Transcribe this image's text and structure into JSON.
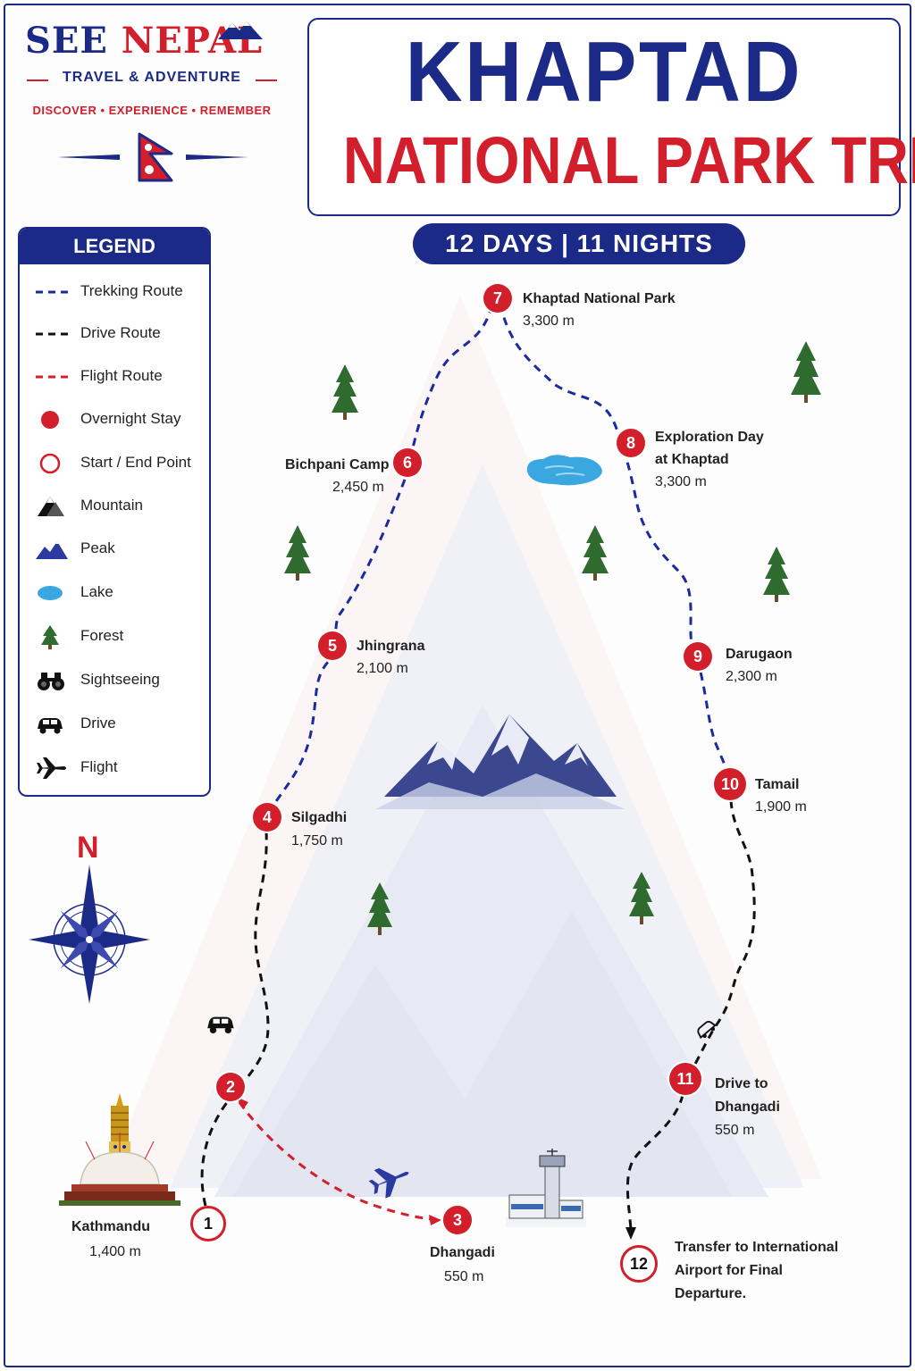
{
  "brand": {
    "name_part1": "SEE ",
    "name_part2": "NEPAL",
    "tagline": "TRAVEL & ADVENTURE",
    "slogan": "DISCOVER • EXPERIENCE • REMEMBER"
  },
  "title": {
    "line1": "KHAPTAD",
    "line2": "NATIONAL PARK TREK",
    "duration": "12 DAYS | 11 NIGHTS"
  },
  "legend": {
    "heading": "LEGEND",
    "items": [
      {
        "label": "Trekking Route",
        "icon": "dashed-line-blue",
        "color": "#1b2a9e"
      },
      {
        "label": "Drive Route",
        "icon": "dashed-line-black",
        "color": "#111111"
      },
      {
        "label": "Flight Route",
        "icon": "dashed-line-red",
        "color": "#d21f2b"
      },
      {
        "label": "Overnight Stay",
        "icon": "filled-red-circle",
        "color": "#d21f2b"
      },
      {
        "label": "Start / End Point",
        "icon": "open-red-circle",
        "color": "#d21f2b"
      },
      {
        "label": "Mountain",
        "icon": "mountain-icon"
      },
      {
        "label": "Peak",
        "icon": "peak-icon"
      },
      {
        "label": "Lake",
        "icon": "lake-icon"
      },
      {
        "label": "Forest",
        "icon": "tree-icon"
      },
      {
        "label": "Sightseeing",
        "icon": "binoculars-icon"
      },
      {
        "label": "Drive",
        "icon": "car-icon"
      },
      {
        "label": "Flight",
        "icon": "airplane-icon"
      }
    ]
  },
  "compass": {
    "north_label": "N"
  },
  "stops": [
    {
      "num": "1",
      "lines": [
        "Kathmandu"
      ],
      "alt": "1,400 m",
      "type": "start"
    },
    {
      "num": "2",
      "lines": [],
      "alt": "",
      "type": "overnight"
    },
    {
      "num": "3",
      "lines": [
        "Dhangadi"
      ],
      "alt": "550 m",
      "type": "overnight"
    },
    {
      "num": "4",
      "lines": [
        "Silgadhi"
      ],
      "alt": "1,750 m",
      "type": "overnight"
    },
    {
      "num": "5",
      "lines": [
        "Jhingrana"
      ],
      "alt": "2,100 m",
      "type": "overnight"
    },
    {
      "num": "6",
      "lines": [
        "Bichpani Camp"
      ],
      "alt": "2,450 m",
      "type": "overnight"
    },
    {
      "num": "7",
      "lines": [
        "Khaptad National Park"
      ],
      "alt": "3,300 m",
      "type": "overnight"
    },
    {
      "num": "8",
      "lines": [
        "Exploration Day",
        "at Khaptad"
      ],
      "alt": "3,300 m",
      "type": "overnight"
    },
    {
      "num": "9",
      "lines": [
        "Darugaon"
      ],
      "alt": "2,300 m",
      "type": "overnight"
    },
    {
      "num": "10",
      "lines": [
        "Tamail"
      ],
      "alt": "1,900 m",
      "type": "overnight"
    },
    {
      "num": "11",
      "lines": [
        "Drive to",
        "Dhangadi"
      ],
      "alt": "550 m",
      "type": "overnight"
    },
    {
      "num": "12",
      "lines": [
        "Transfer to International",
        "Airport for Final",
        "Departure."
      ],
      "alt": "",
      "type": "end"
    }
  ],
  "colors": {
    "brand_blue": "#1b2a86",
    "brand_red": "#d21f2b",
    "trek_route": "#1b2a9e",
    "drive_route": "#111111",
    "flight_route": "#d21f2b",
    "lake": "#3aa7e0",
    "forest": "#2f6b2f"
  }
}
